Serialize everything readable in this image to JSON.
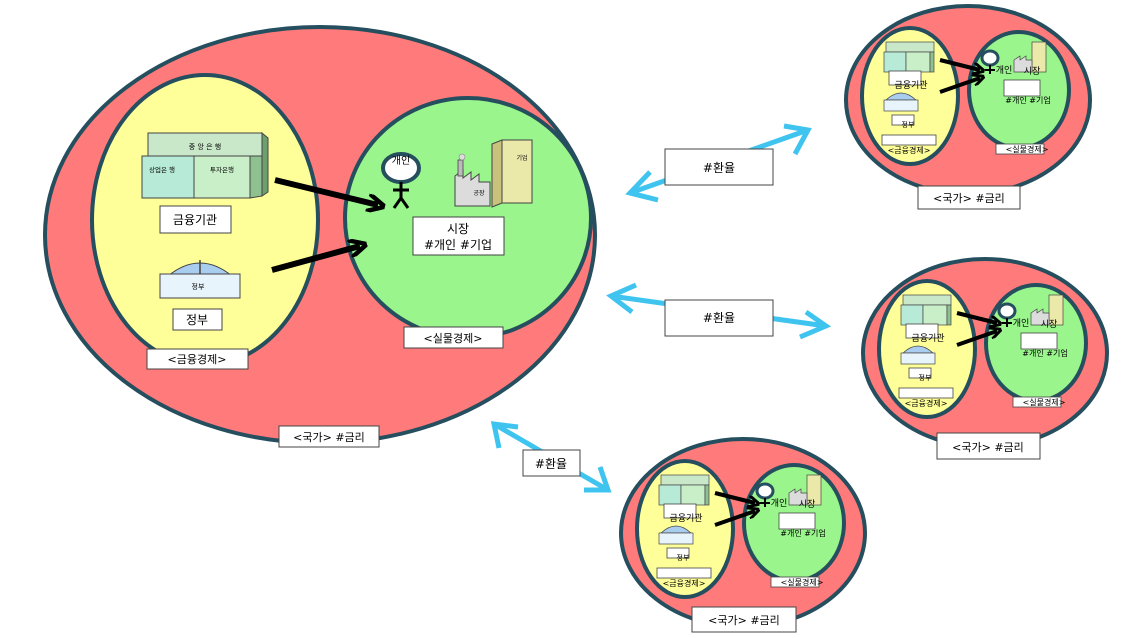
{
  "main": {
    "central_bank": "중 앙 은 행",
    "commercial_bank": "상업은 행",
    "investment_bank": "투자은행",
    "financial_institutions": "금융기관",
    "government_icon_text": "정부",
    "government": "정부",
    "financial_economy": "<금융경제>",
    "individual": "개인",
    "factory": "공장",
    "company": "기업",
    "market_line1": "시장",
    "market_line2": "#개인 #기업",
    "real_economy": "<실물경제>",
    "country": "<국가> #금리"
  },
  "small": {
    "individual": "개인",
    "market": "시장",
    "market_tags": "#개인 #기업",
    "financial_institutions": "금융기관",
    "government": "정부",
    "financial_economy": "<금융경제>",
    "real_economy": "<실물경제>",
    "country": "<국가> #금리"
  },
  "exchange": {
    "top": "#환율",
    "middle": "#환율",
    "bottom": "#환율"
  },
  "colors": {
    "country": "#ff7a7a",
    "financial": "#ffff99",
    "real": "#99f58c",
    "outline": "#254e5e",
    "arrow": "#3fc4f0"
  }
}
